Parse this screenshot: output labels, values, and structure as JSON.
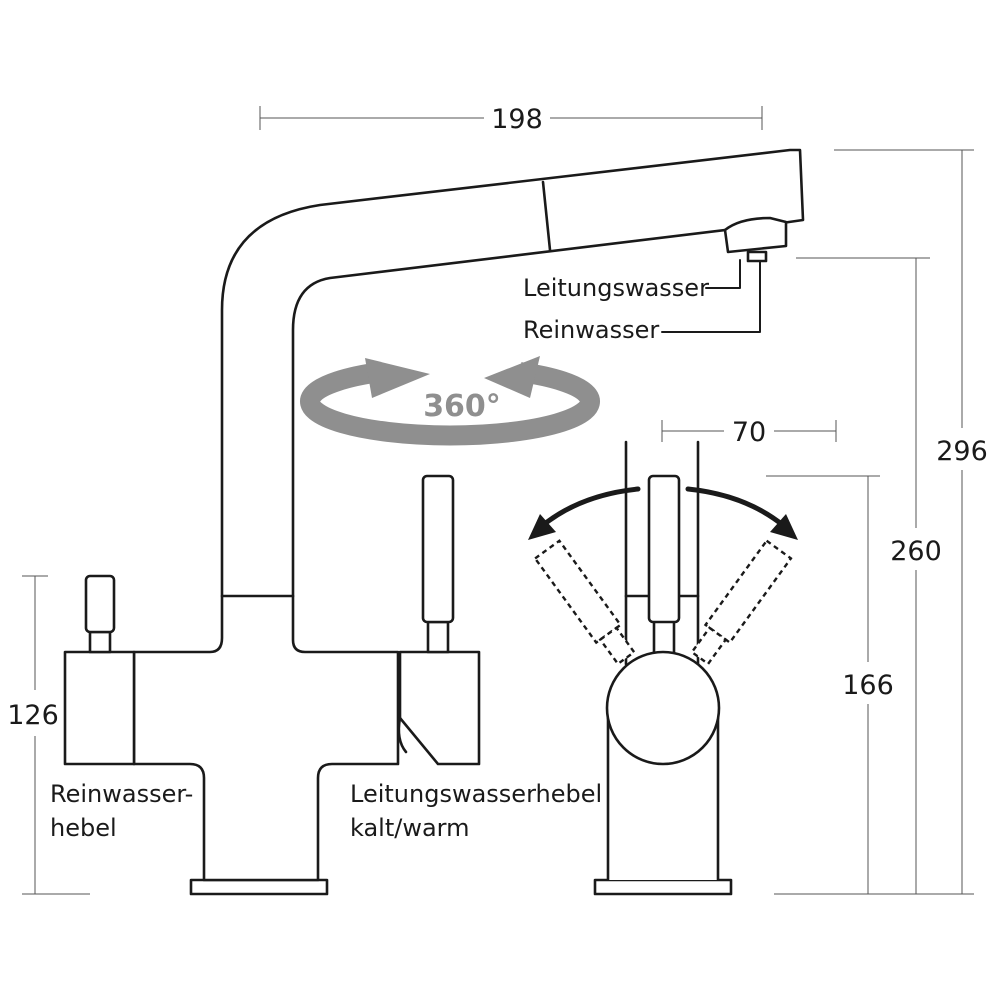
{
  "dimensions": {
    "spout_reach": "198",
    "total_height": "296",
    "outlet_height": "260",
    "lever_height": "166",
    "filter_lever_height": "126",
    "lever_width": "70"
  },
  "labels": {
    "tap_water": "Leitungswasser",
    "pure_water": "Reinwasser",
    "pure_water_lever_line1": "Reinwasser-",
    "pure_water_lever_line2": "hebel",
    "tap_water_lever_line1": "Leitungswasserhebel",
    "tap_water_lever_line2": "kalt/warm",
    "rotation": "360°"
  },
  "colors": {
    "ink": "#1a1a1a",
    "rotation_arrow": "#8f8f8f"
  }
}
